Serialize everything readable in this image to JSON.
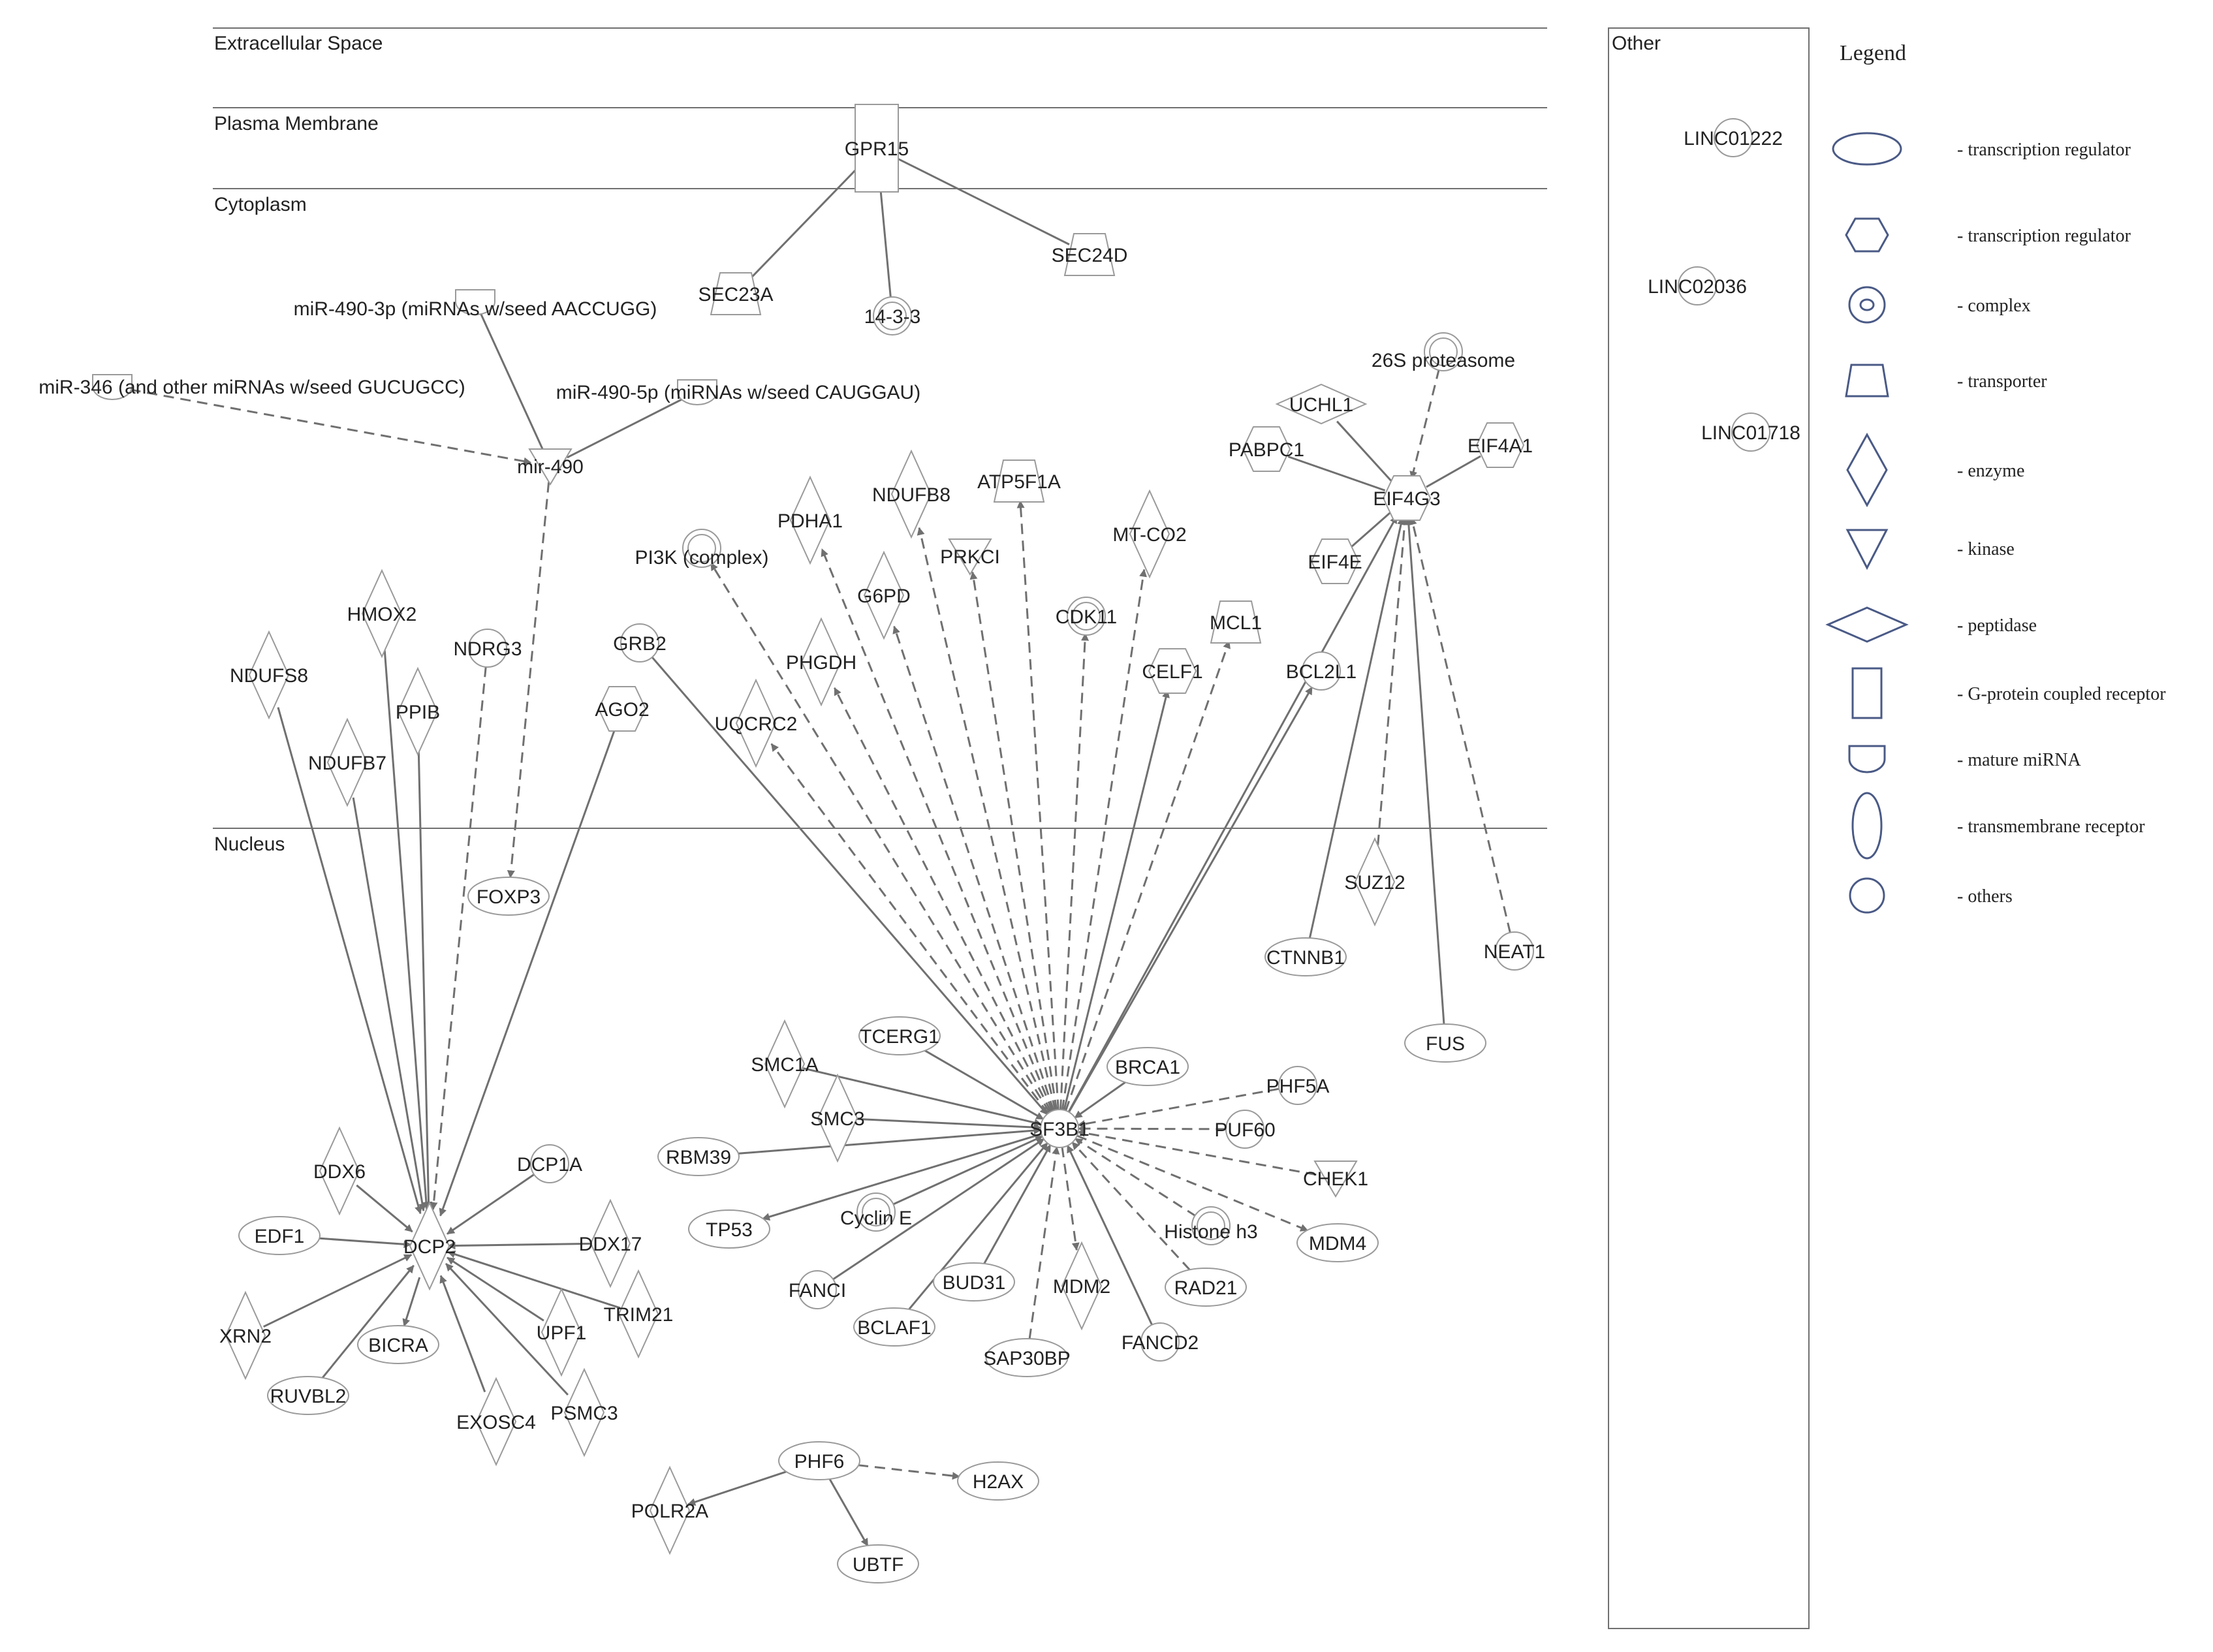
{
  "compartments": {
    "extracellular": "Extracellular Space",
    "plasma_membrane": "Plasma Membrane",
    "cytoplasm": "Cytoplasm",
    "nucleus": "Nucleus",
    "other": "Other"
  },
  "legend": {
    "title": "Legend",
    "items": [
      {
        "shape": "ellipse",
        "label": "- transcription regulator"
      },
      {
        "shape": "hexagon",
        "label": "- transcription regulator"
      },
      {
        "shape": "double-circle",
        "label": "- complex"
      },
      {
        "shape": "trapezoid",
        "label": "- transporter"
      },
      {
        "shape": "diamond",
        "label": "- enzyme"
      },
      {
        "shape": "triangle-down",
        "label": "- kinase"
      },
      {
        "shape": "flat-diamond",
        "label": "- peptidase"
      },
      {
        "shape": "tall-rect",
        "label": "- G-protein  coupled receptor"
      },
      {
        "shape": "cup",
        "label": "- mature miRNA"
      },
      {
        "shape": "tall-ellipse",
        "label": "- transmembrane  receptor"
      },
      {
        "shape": "circle",
        "label": "- others"
      }
    ]
  },
  "nodes": [
    {
      "id": "GPR15",
      "label": "GPR15",
      "shape": "tall-rect"
    },
    {
      "id": "SEC23A",
      "label": "SEC23A",
      "shape": "trapezoid"
    },
    {
      "id": "14-3-3",
      "label": "14-3-3",
      "shape": "double-circle"
    },
    {
      "id": "SEC24D",
      "label": "SEC24D",
      "shape": "trapezoid"
    },
    {
      "id": "miR490-3p",
      "label": "miR-490-3p (miRNAs w/seed AACCUGG)",
      "shape": "cup"
    },
    {
      "id": "miR346",
      "label": "miR-346 (and other miRNAs w/seed GUCUGCC)",
      "shape": "cup"
    },
    {
      "id": "miR490-5p",
      "label": "miR-490-5p (miRNAs w/seed CAUGGAU)",
      "shape": "cup"
    },
    {
      "id": "mir490",
      "label": "mir-490",
      "shape": "triangle-down"
    },
    {
      "id": "NDRG3",
      "label": "NDRG3",
      "shape": "circle"
    },
    {
      "id": "HMOX2",
      "label": "HMOX2",
      "shape": "diamond"
    },
    {
      "id": "NDUFS8",
      "label": "NDUFS8",
      "shape": "diamond"
    },
    {
      "id": "PPIB",
      "label": "PPIB",
      "shape": "diamond"
    },
    {
      "id": "NDUFB7",
      "label": "NDUFB7",
      "shape": "diamond"
    },
    {
      "id": "GRB2",
      "label": "GRB2",
      "shape": "circle"
    },
    {
      "id": "AGO2",
      "label": "AGO2",
      "shape": "hexagon"
    },
    {
      "id": "PI3K",
      "label": "PI3K (complex)",
      "shape": "double-circle"
    },
    {
      "id": "PDHA1",
      "label": "PDHA1",
      "shape": "diamond"
    },
    {
      "id": "NDUFB8",
      "label": "NDUFB8",
      "shape": "diamond"
    },
    {
      "id": "ATP5F1A",
      "label": "ATP5F1A",
      "shape": "trapezoid"
    },
    {
      "id": "PRKCI",
      "label": "PRKCI",
      "shape": "triangle-down"
    },
    {
      "id": "MT-CO2",
      "label": "MT-CO2",
      "shape": "diamond"
    },
    {
      "id": "G6PD",
      "label": "G6PD",
      "shape": "diamond"
    },
    {
      "id": "CDK11",
      "label": "CDK11",
      "shape": "double-circle"
    },
    {
      "id": "MCL1",
      "label": "MCL1",
      "shape": "trapezoid"
    },
    {
      "id": "PHGDH",
      "label": "PHGDH",
      "shape": "diamond"
    },
    {
      "id": "CELF1",
      "label": "CELF1",
      "shape": "hexagon"
    },
    {
      "id": "UQCRC2",
      "label": "UQCRC2",
      "shape": "diamond"
    },
    {
      "id": "BCL2L1",
      "label": "BCL2L1",
      "shape": "circle"
    },
    {
      "id": "26S",
      "label": "26S proteasome",
      "shape": "double-circle"
    },
    {
      "id": "UCHL1",
      "label": "UCHL1",
      "shape": "flat-diamond"
    },
    {
      "id": "PABPC1",
      "label": "PABPC1",
      "shape": "hexagon"
    },
    {
      "id": "EIF4A1",
      "label": "EIF4A1",
      "shape": "hexagon"
    },
    {
      "id": "EIF4G3",
      "label": "EIF4G3",
      "shape": "hexagon"
    },
    {
      "id": "EIF4E",
      "label": "EIF4E",
      "shape": "hexagon"
    },
    {
      "id": "FOXP3",
      "label": "FOXP3",
      "shape": "ellipse"
    },
    {
      "id": "SUZ12",
      "label": "SUZ12",
      "shape": "diamond"
    },
    {
      "id": "CTNNB1",
      "label": "CTNNB1",
      "shape": "ellipse"
    },
    {
      "id": "NEAT1",
      "label": "NEAT1",
      "shape": "circle"
    },
    {
      "id": "FUS",
      "label": "FUS",
      "shape": "ellipse"
    },
    {
      "id": "TCERG1",
      "label": "TCERG1",
      "shape": "ellipse"
    },
    {
      "id": "SMC1A",
      "label": "SMC1A",
      "shape": "diamond"
    },
    {
      "id": "BRCA1",
      "label": "BRCA1",
      "shape": "ellipse"
    },
    {
      "id": "PHF5A",
      "label": "PHF5A",
      "shape": "circle"
    },
    {
      "id": "SMC3",
      "label": "SMC3",
      "shape": "diamond"
    },
    {
      "id": "SF3B1",
      "label": "SF3B1",
      "shape": "circle"
    },
    {
      "id": "PUF60",
      "label": "PUF60",
      "shape": "circle"
    },
    {
      "id": "RBM39",
      "label": "RBM39",
      "shape": "ellipse"
    },
    {
      "id": "CHEK1",
      "label": "CHEK1",
      "shape": "triangle-down"
    },
    {
      "id": "TP53",
      "label": "TP53",
      "shape": "ellipse"
    },
    {
      "id": "CyclinE",
      "label": "Cyclin E",
      "shape": "double-circle"
    },
    {
      "id": "HistoneH3",
      "label": "Histone h3",
      "shape": "double-circle"
    },
    {
      "id": "MDM4",
      "label": "MDM4",
      "shape": "ellipse"
    },
    {
      "id": "FANCI",
      "label": "FANCI",
      "shape": "circle"
    },
    {
      "id": "BUD31",
      "label": "BUD31",
      "shape": "ellipse"
    },
    {
      "id": "MDM2",
      "label": "MDM2",
      "shape": "diamond"
    },
    {
      "id": "RAD21",
      "label": "RAD21",
      "shape": "ellipse"
    },
    {
      "id": "BCLAF1",
      "label": "BCLAF1",
      "shape": "ellipse"
    },
    {
      "id": "FANCD2",
      "label": "FANCD2",
      "shape": "circle"
    },
    {
      "id": "SAP30BP",
      "label": "SAP30BP",
      "shape": "ellipse"
    },
    {
      "id": "DCP1A",
      "label": "DCP1A",
      "shape": "circle"
    },
    {
      "id": "DDX6",
      "label": "DDX6",
      "shape": "diamond"
    },
    {
      "id": "EDF1",
      "label": "EDF1",
      "shape": "ellipse"
    },
    {
      "id": "DCP2",
      "label": "DCP2",
      "shape": "diamond"
    },
    {
      "id": "DDX17",
      "label": "DDX17",
      "shape": "diamond"
    },
    {
      "id": "TRIM21",
      "label": "TRIM21",
      "shape": "diamond"
    },
    {
      "id": "XRN2",
      "label": "XRN2",
      "shape": "diamond"
    },
    {
      "id": "BICRA",
      "label": "BICRA",
      "shape": "ellipse"
    },
    {
      "id": "UPF1",
      "label": "UPF1",
      "shape": "diamond"
    },
    {
      "id": "RUVBL2",
      "label": "RUVBL2",
      "shape": "ellipse"
    },
    {
      "id": "PSMC3",
      "label": "PSMC3",
      "shape": "diamond"
    },
    {
      "id": "EXOSC4",
      "label": "EXOSC4",
      "shape": "diamond"
    },
    {
      "id": "PHF6",
      "label": "PHF6",
      "shape": "ellipse"
    },
    {
      "id": "H2AX",
      "label": "H2AX",
      "shape": "ellipse"
    },
    {
      "id": "POLR2A",
      "label": "POLR2A",
      "shape": "diamond"
    },
    {
      "id": "UBTF",
      "label": "UBTF",
      "shape": "ellipse"
    },
    {
      "id": "LINC01222",
      "label": "LINC01222",
      "shape": "circle"
    },
    {
      "id": "LINC02036",
      "label": "LINC02036",
      "shape": "circle"
    },
    {
      "id": "LINC01718",
      "label": "LINC01718",
      "shape": "circle"
    }
  ],
  "edges": [
    {
      "from": "GPR15",
      "to": "SEC23A",
      "style": "solid",
      "arrow": false
    },
    {
      "from": "GPR15",
      "to": "14-3-3",
      "style": "solid",
      "arrow": false
    },
    {
      "from": "GPR15",
      "to": "SEC24D",
      "style": "solid",
      "arrow": false
    },
    {
      "from": "mir490",
      "to": "miR490-3p",
      "style": "solid",
      "arrow": false
    },
    {
      "from": "mir490",
      "to": "miR490-5p",
      "style": "solid",
      "arrow": false
    },
    {
      "from": "miR346",
      "to": "mir490",
      "style": "dashed",
      "arrow": true
    },
    {
      "from": "mir490",
      "to": "FOXP3",
      "style": "dashed",
      "arrow": true
    },
    {
      "from": "NDRG3",
      "to": "DCP2",
      "style": "dashed",
      "arrow": true
    },
    {
      "from": "HMOX2",
      "to": "DCP2",
      "style": "solid",
      "arrow": true
    },
    {
      "from": "NDUFS8",
      "to": "DCP2",
      "style": "solid",
      "arrow": true
    },
    {
      "from": "PPIB",
      "to": "DCP2",
      "style": "solid",
      "arrow": true
    },
    {
      "from": "NDUFB7",
      "to": "DCP2",
      "style": "solid",
      "arrow": true
    },
    {
      "from": "AGO2",
      "to": "DCP2",
      "style": "solid",
      "arrow": true
    },
    {
      "from": "DDX6",
      "to": "DCP2",
      "style": "solid",
      "arrow": true
    },
    {
      "from": "DCP1A",
      "to": "DCP2",
      "style": "solid",
      "arrow": true
    },
    {
      "from": "EDF1",
      "to": "DCP2",
      "style": "solid",
      "arrow": true
    },
    {
      "from": "DDX17",
      "to": "DCP2",
      "style": "solid",
      "arrow": true
    },
    {
      "from": "TRIM21",
      "to": "DCP2",
      "style": "solid",
      "arrow": true
    },
    {
      "from": "XRN2",
      "to": "DCP2",
      "style": "solid",
      "arrow": true
    },
    {
      "from": "DCP2",
      "to": "BICRA",
      "style": "solid",
      "arrow": true
    },
    {
      "from": "UPF1",
      "to": "DCP2",
      "style": "solid",
      "arrow": true
    },
    {
      "from": "RUVBL2",
      "to": "DCP2",
      "style": "solid",
      "arrow": true
    },
    {
      "from": "PSMC3",
      "to": "DCP2",
      "style": "solid",
      "arrow": true
    },
    {
      "from": "EXOSC4",
      "to": "DCP2",
      "style": "solid",
      "arrow": true
    },
    {
      "from": "GRB2",
      "to": "SF3B1",
      "style": "solid",
      "arrow": true
    },
    {
      "from": "SF3B1",
      "to": "PI3K",
      "style": "dashed",
      "arrow": true
    },
    {
      "from": "SF3B1",
      "to": "PDHA1",
      "style": "dashed",
      "arrow": true
    },
    {
      "from": "SF3B1",
      "to": "NDUFB8",
      "style": "dashed",
      "arrow": true
    },
    {
      "from": "SF3B1",
      "to": "ATP5F1A",
      "style": "dashed",
      "arrow": true
    },
    {
      "from": "SF3B1",
      "to": "PRKCI",
      "style": "dashed",
      "arrow": true
    },
    {
      "from": "SF3B1",
      "to": "MT-CO2",
      "style": "dashed",
      "arrow": true
    },
    {
      "from": "SF3B1",
      "to": "G6PD",
      "style": "dashed",
      "arrow": true
    },
    {
      "from": "SF3B1",
      "to": "CDK11",
      "style": "dashed",
      "arrow": true
    },
    {
      "from": "SF3B1",
      "to": "MCL1",
      "style": "dashed",
      "arrow": true
    },
    {
      "from": "SF3B1",
      "to": "PHGDH",
      "style": "dashed",
      "arrow": true
    },
    {
      "from": "SF3B1",
      "to": "CELF1",
      "style": "solid",
      "arrow": true
    },
    {
      "from": "SF3B1",
      "to": "UQCRC2",
      "style": "dashed",
      "arrow": true
    },
    {
      "from": "SF3B1",
      "to": "BCL2L1",
      "style": "solid",
      "arrow": true
    },
    {
      "from": "SF3B1",
      "to": "EIF4G3",
      "style": "solid",
      "arrow": true
    },
    {
      "from": "26S",
      "to": "EIF4G3",
      "style": "dashed",
      "arrow": true
    },
    {
      "from": "UCHL1",
      "to": "EIF4G3",
      "style": "solid",
      "arrow": false
    },
    {
      "from": "PABPC1",
      "to": "EIF4G3",
      "style": "solid",
      "arrow": false
    },
    {
      "from": "EIF4A1",
      "to": "EIF4G3",
      "style": "solid",
      "arrow": false
    },
    {
      "from": "EIF4E",
      "to": "EIF4G3",
      "style": "solid",
      "arrow": false
    },
    {
      "from": "CTNNB1",
      "to": "EIF4G3",
      "style": "solid",
      "arrow": true
    },
    {
      "from": "SUZ12",
      "to": "EIF4G3",
      "style": "dashed",
      "arrow": true
    },
    {
      "from": "FUS",
      "to": "EIF4G3",
      "style": "solid",
      "arrow": true
    },
    {
      "from": "NEAT1",
      "to": "EIF4G3",
      "style": "dashed",
      "arrow": true
    },
    {
      "from": "TCERG1",
      "to": "SF3B1",
      "style": "solid",
      "arrow": true
    },
    {
      "from": "SMC1A",
      "to": "SF3B1",
      "style": "solid",
      "arrow": true
    },
    {
      "from": "BRCA1",
      "to": "SF3B1",
      "style": "solid",
      "arrow": true
    },
    {
      "from": "PHF5A",
      "to": "SF3B1",
      "style": "dashed",
      "arrow": true
    },
    {
      "from": "SMC3",
      "to": "SF3B1",
      "style": "solid",
      "arrow": true
    },
    {
      "from": "PUF60",
      "to": "SF3B1",
      "style": "dashed",
      "arrow": true
    },
    {
      "from": "RBM39",
      "to": "SF3B1",
      "style": "solid",
      "arrow": true
    },
    {
      "from": "CHEK1",
      "to": "SF3B1",
      "style": "dashed",
      "arrow": true
    },
    {
      "from": "SF3B1",
      "to": "TP53",
      "style": "solid",
      "arrow": true
    },
    {
      "from": "CyclinE",
      "to": "SF3B1",
      "style": "solid",
      "arrow": true
    },
    {
      "from": "HistoneH3",
      "to": "SF3B1",
      "style": "dashed",
      "arrow": true
    },
    {
      "from": "SF3B1",
      "to": "MDM4",
      "style": "dashed",
      "arrow": true
    },
    {
      "from": "FANCI",
      "to": "SF3B1",
      "style": "solid",
      "arrow": true
    },
    {
      "from": "BUD31",
      "to": "SF3B1",
      "style": "solid",
      "arrow": true
    },
    {
      "from": "SF3B1",
      "to": "MDM2",
      "style": "dashed",
      "arrow": true
    },
    {
      "from": "RAD21",
      "to": "SF3B1",
      "style": "dashed",
      "arrow": true
    },
    {
      "from": "BCLAF1",
      "to": "SF3B1",
      "style": "solid",
      "arrow": true
    },
    {
      "from": "FANCD2",
      "to": "SF3B1",
      "style": "solid",
      "arrow": true
    },
    {
      "from": "SAP30BP",
      "to": "SF3B1",
      "style": "dashed",
      "arrow": true
    },
    {
      "from": "PHF6",
      "to": "H2AX",
      "style": "dashed",
      "arrow": true
    },
    {
      "from": "PHF6",
      "to": "POLR2A",
      "style": "solid",
      "arrow": true
    },
    {
      "from": "PHF6",
      "to": "UBTF",
      "style": "solid",
      "arrow": true
    }
  ],
  "colors": {
    "line": "#707070",
    "node_stroke": "#9a9a9a",
    "legend_stroke": "#4a5a86",
    "text": "#222222"
  }
}
